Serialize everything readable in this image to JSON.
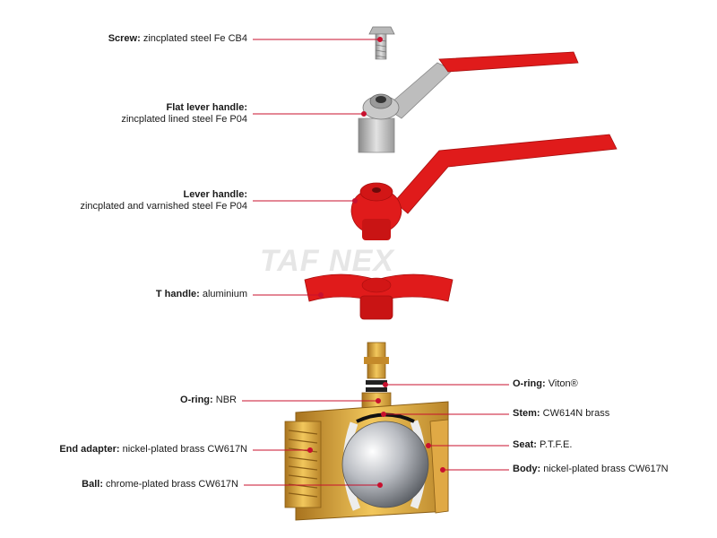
{
  "watermark": "TAF NEX",
  "colors": {
    "leader": "#c8102e",
    "handle_red": "#e01b1b",
    "brass": "#d9a23a"
  },
  "labels": {
    "screw": {
      "name": "Screw:",
      "desc": "zincplated steel Fe CB4"
    },
    "flat_lever": {
      "name": "Flat lever handle:",
      "desc": "zincplated lined steel Fe P04"
    },
    "lever": {
      "name": "Lever handle:",
      "desc": "zincplated and varnished steel Fe P04"
    },
    "t_handle": {
      "name": "T handle:",
      "desc": "aluminium"
    },
    "oring_nbr": {
      "name": "O-ring:",
      "desc": "NBR"
    },
    "end_adapter": {
      "name": "End adapter:",
      "desc": "nickel-plated brass CW617N"
    },
    "ball": {
      "name": "Ball:",
      "desc": "chrome-plated brass CW617N"
    },
    "oring_viton": {
      "name": "O-ring:",
      "desc": "Viton®"
    },
    "stem": {
      "name": "Stem:",
      "desc": "CW614N brass"
    },
    "seat": {
      "name": "Seat:",
      "desc": "P.T.F.E."
    },
    "body": {
      "name": "Body:",
      "desc": "nickel-plated brass CW617N"
    }
  }
}
